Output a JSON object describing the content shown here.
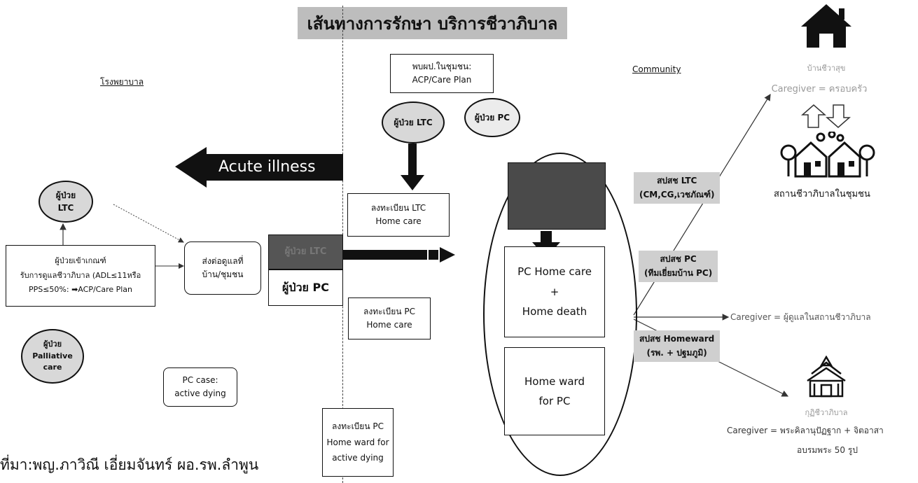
{
  "title": "เส้นทางการรักษา บริการชีวาภิบาล",
  "hospital_label": "โรงพยาบาล",
  "community_label": "Community",
  "acp_box": {
    "line1": "พบผป.ในชุมชน:",
    "line2": "ACP/Care Plan"
  },
  "patient_ltc_top": "ผู้ป่วย LTC",
  "patient_pc_top": "ผู้ป่วย PC",
  "acute_illness": "Acute illness",
  "patient_ltc_left": {
    "line1": "ผู้ป่วย",
    "line2": "LTC"
  },
  "criteria_box": {
    "line1": "ผู้ป่วยเข้าเกณฑ์",
    "line2": "รับการดูแลชีวาภิบาล (ADL≤11หรือ",
    "line3": "PPS≤50%: ➡ACP/Care Plan"
  },
  "refer_box": {
    "line1": "ส่งต่อดูแลที่",
    "line2": "บ้าน/ชุมชน"
  },
  "dark_box_label": "ผู้ป่วย LTC",
  "patient_pc_box": "ผู้ป่วย PC",
  "register_ltc": {
    "line1": "ลงทะเบียน LTC",
    "line2": "Home care"
  },
  "register_pc": {
    "line1": "ลงทะเบียน PC",
    "line2": "Home care"
  },
  "register_pc_ward": {
    "line1": "ลงทะเบียน PC",
    "line2": "Home ward for",
    "line3": "active dying"
  },
  "palliative": {
    "line1": "ผู้ป่วย",
    "line2": "Palliative",
    "line3": "care"
  },
  "pc_case": {
    "line1": "PC case:",
    "line2": "active dying"
  },
  "pc_home_care": {
    "line1": "PC Home care",
    "line2": "+",
    "line3": "Home death"
  },
  "home_ward": {
    "line1": "Home ward",
    "line2": "for PC"
  },
  "sp_ltc": {
    "line1": "สปสช LTC",
    "line2": "(CM,CG,เวชภัณฑ์)"
  },
  "sp_pc": {
    "line1": "สปสช PC",
    "line2": "(ทีมเยี่ยมบ้าน PC)"
  },
  "sp_homeward": {
    "line1": "สปสช Homeward",
    "line2": "(รพ. + ปฐมภูมิ)"
  },
  "home_label": "บ้านชีวาสุข",
  "caregiver_family": "Caregiver = ครอบครัว",
  "community_center": "สถานชีวาภิบาลในชุมชน",
  "caregiver_center": "Caregiver = ผู้ดูแลในสถานชีวาภิบาล",
  "temple_label": "กุฏิชีวาภิบาล",
  "caregiver_monk": "Caregiver = พระคิลานุปัฏฐาก + จิตอาสา",
  "monk_count": "อบรมพระ 50 รูป",
  "source": "ที่มา:พญ.ภาวิณี เอี่ยมจันทร์ ผอ.รพ.ลำพูน",
  "colors": {
    "dark": "#111111",
    "grey": "#cfcfcf",
    "dark_box": "#555555"
  }
}
